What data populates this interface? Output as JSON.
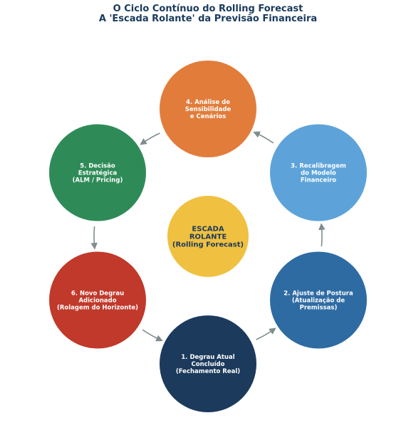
{
  "title": {
    "line1": "O Ciclo Contínuo do Rolling Forecast",
    "line2": "A 'Escada Rolante' da Previsão Financeira"
  },
  "center": {
    "lines": [
      "ESCADA",
      "ROLANTE",
      "(Rolling Forecast)"
    ],
    "color": "#f0c040",
    "text_color": "#1a3a5c"
  },
  "nodes": [
    {
      "id": "step-1",
      "lines": [
        "1. Degrau Atual",
        "Concluído",
        "(Fechamento Real)"
      ],
      "color": "#1c3a5c"
    },
    {
      "id": "step-2",
      "lines": [
        "2. Ajuste de Postura",
        "(Atualização de",
        "Premissas)"
      ],
      "color": "#2e6ba3"
    },
    {
      "id": "step-3",
      "lines": [
        "3. Recalibragem",
        "do Modelo",
        "Financeiro"
      ],
      "color": "#5da3d9"
    },
    {
      "id": "step-4",
      "lines": [
        "4. Análise de",
        "Sensibilidade",
        "e Cenários"
      ],
      "color": "#e27c3b"
    },
    {
      "id": "step-5",
      "lines": [
        "5. Decisão",
        "Estratégica",
        "(ALM / Pricing)"
      ],
      "color": "#2e8b57"
    },
    {
      "id": "step-6",
      "lines": [
        "6. Novo Degrau",
        "Adicionado",
        "(Rolagem do Horizonte)"
      ],
      "color": "#c0392b"
    }
  ],
  "arrow_color": "#7f8c8d",
  "node_text_color": "#ffffff"
}
